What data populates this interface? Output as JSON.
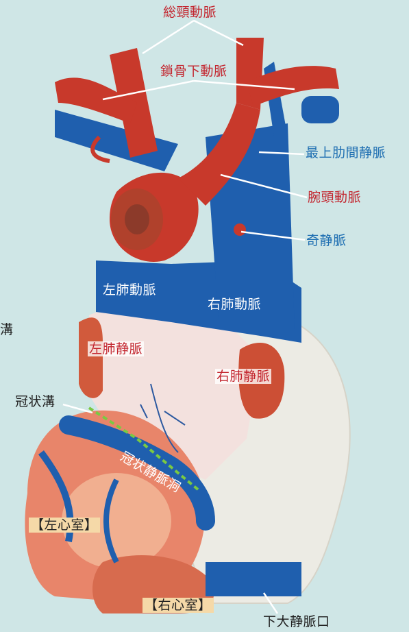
{
  "labels": {
    "common_carotid": "総頸動脈",
    "subclavian": "鎖骨下動脈",
    "supreme_intercostal_vein": "最上肋間静脈",
    "brachiocephalic": "腕頭動脈",
    "azygos": "奇静脈",
    "left_pulmonary_artery": "左肺動脈",
    "right_pulmonary_artery": "右肺動脈",
    "left_pulmonary_vein": "左肺静脈",
    "right_pulmonary_vein": "右肺静脈",
    "coronary_sulcus": "冠状溝",
    "coronary_sinus": "冠状静脈洞",
    "left_ventricle": "【左心室】",
    "right_ventricle": "【右心室】",
    "ivc_orifice": "下大静脈口",
    "edge_fragment": "溝"
  },
  "colors": {
    "background": "#cfe6e6",
    "artery": "#c8392b",
    "vein": "#1f5fae",
    "label_red": "#c3262f",
    "label_blue": "#1f6fb2",
    "coronary_sulcus_line": "#7ac943"
  }
}
